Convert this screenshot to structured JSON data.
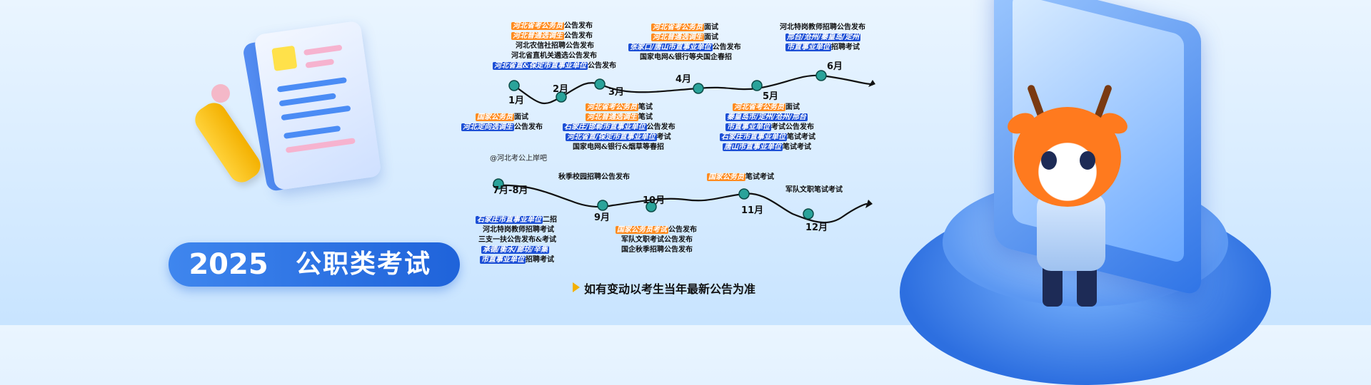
{
  "banner": {
    "year": "2025",
    "title": "公职类考试"
  },
  "watermark": "@河北考公上岸吧",
  "note": "如有变动以考生当年最新公告为准",
  "months": {
    "m1": "1月",
    "m2": "2月",
    "m3": "3月",
    "m4": "4月",
    "m5": "5月",
    "m6": "6月",
    "m7": "7月-8月",
    "m9": "9月",
    "m10": "10月",
    "m11": "11月",
    "m12": "12月"
  },
  "ann": {
    "a1_1_h": "河北省考公务员",
    "a1_1_t": "公告发布",
    "a1_2_h": "河北普通选调生",
    "a1_2_t": "公告发布",
    "a1_3": "河北农信社招聘公告发布",
    "a1_4": "河北省直机关遴选公告发布",
    "a1_5_h": "河北省直&保定市直事业单位",
    "a1_5_t": "公告发布",
    "a2_1_h": "河北省考公务员",
    "a2_1_t": "面试",
    "a2_2_h": "河北普通选调生",
    "a2_2_t": "面试",
    "a2_3_h": "张家口/唐山市直事业单位",
    "a2_3_t": "公告发布",
    "a2_4": "国家电网&银行等央国企春招",
    "a3_1": "河北特岗教师招聘公告发布",
    "a3_2_h": "邢台/沧州/秦皇岛/定州",
    "a3_3_h": "市直事业单位",
    "a3_3_t": "招聘考试",
    "a4_1_h": "国家公务员",
    "a4_1_t": "面试",
    "a4_2_h": "河北定向选调生",
    "a4_2_t": "公告发布",
    "a5_1_h": "河北省考公务员",
    "a5_1_t": "笔试",
    "a5_2_h": "河北普通选调生",
    "a5_2_t": "笔试",
    "a5_3_h": "石家庄/邯郸市直事业单位",
    "a5_3_t": "公告发布",
    "a5_4_h": "河北省直/保定市直事业单位",
    "a5_4_t": "考试",
    "a5_5": "国家电网&银行&烟草等春招",
    "a6_1_h": "河北省考公务员",
    "a6_1_t": "面试",
    "a6_2_h": "秦皇岛市/定州/沧州/邢台",
    "a6_3_h": "市直事业单位",
    "a6_3_t": "考试公告发布",
    "a6_4_h": "石家庄市直事业单位",
    "a6_4_t": "笔试考试",
    "a6_5_h": "唐山市直事业单位",
    "a6_5_t": "笔试考试",
    "b1": "秋季校园招聘公告发布",
    "b2_h": "国家公务员",
    "b2_t": "笔试考试",
    "b3": "军队文职笔试考试",
    "c1_h": "石家庄市直事业单位",
    "c1_t": "二招",
    "c2": "河北特岗教师招聘考试",
    "c3": "三支一扶公告发布&考试",
    "c4_h": "承德/衡水/廊坊/辛集",
    "c5_h": "市直事业单位",
    "c5_t": "招聘考试",
    "d1_h": "国家公务员考试",
    "d1_t": "公告发布",
    "d2": "军队文职考试公告发布",
    "d3": "国企秋季招聘公告发布"
  },
  "colors": {
    "accent_blue": "#1f63da",
    "highlight_orange": "#ff8b1f",
    "highlight_blue": "#1c4fd6",
    "node_teal": "#2aa39a"
  },
  "icons": [
    "document-stack-icon",
    "pen-icon",
    "deer-mascot-icon",
    "monitor-icon"
  ]
}
